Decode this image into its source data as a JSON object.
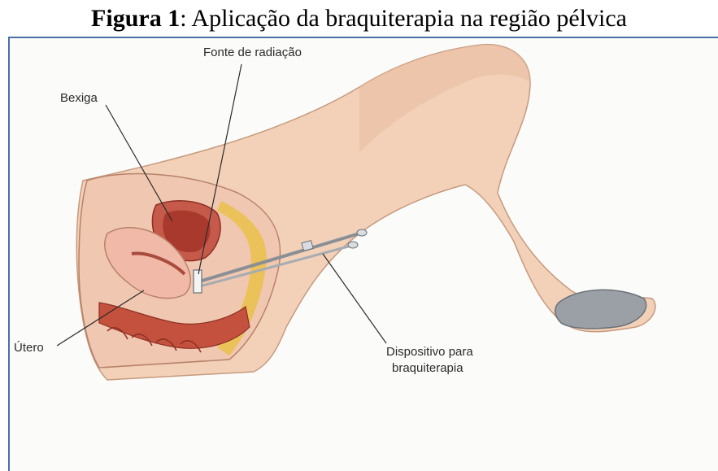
{
  "caption": {
    "prefix": "Figura 1",
    "text": ": Aplicação da braquiterapia na região pélvica"
  },
  "labels": {
    "fonte": "Fonte de radiação",
    "bexiga": "Bexiga",
    "utero": "Útero",
    "dispositivo_line1": "Dispositivo para",
    "dispositivo_line2": "braquiterapia"
  }
}
